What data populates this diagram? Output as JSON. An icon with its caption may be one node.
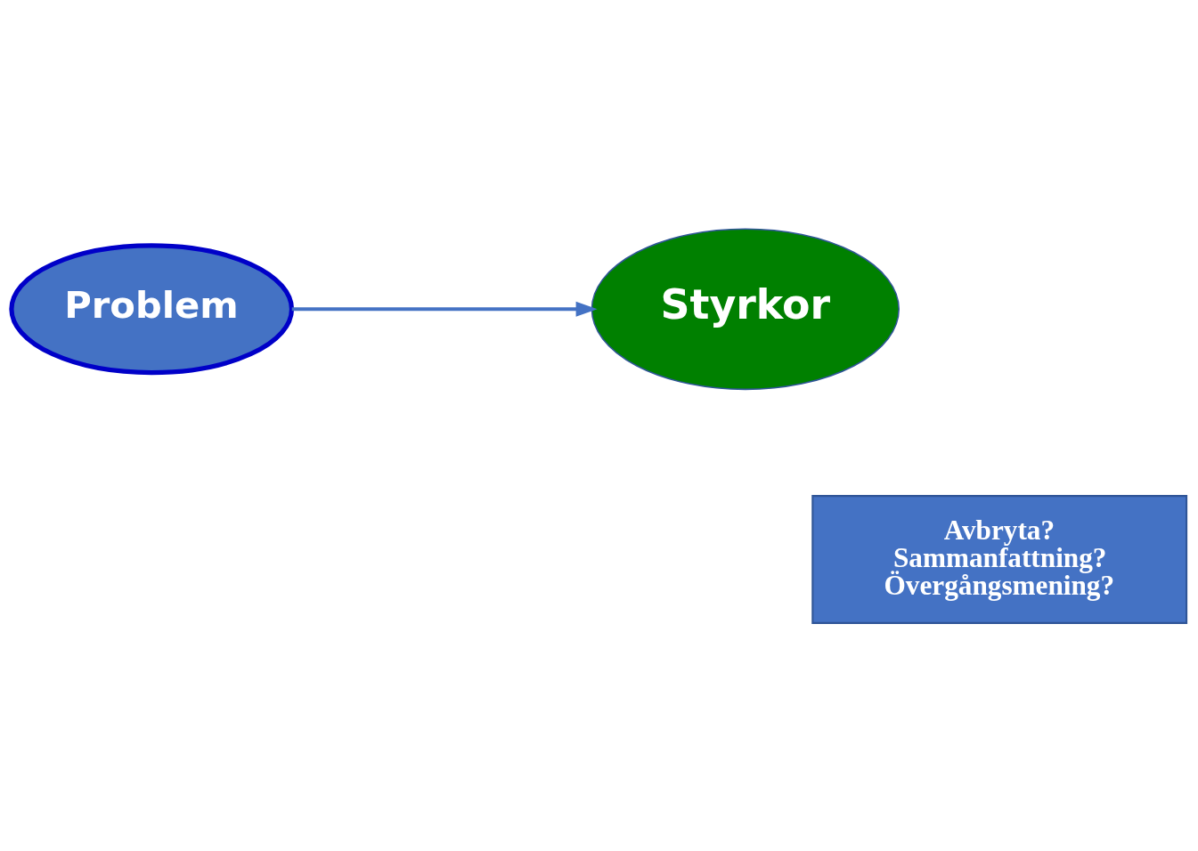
{
  "diagram": {
    "nodes": [
      {
        "text": [
          "Problem"
        ]
      },
      {
        "text": [
          "Styrkor"
        ]
      },
      {
        "text": [
          "Avbryta?",
          "Sammanfattning?",
          "Övergångsmening?"
        ]
      }
    ],
    "edges": [
      {
        "from": 0,
        "to": 1,
        "arrow": "to"
      }
    ]
  }
}
